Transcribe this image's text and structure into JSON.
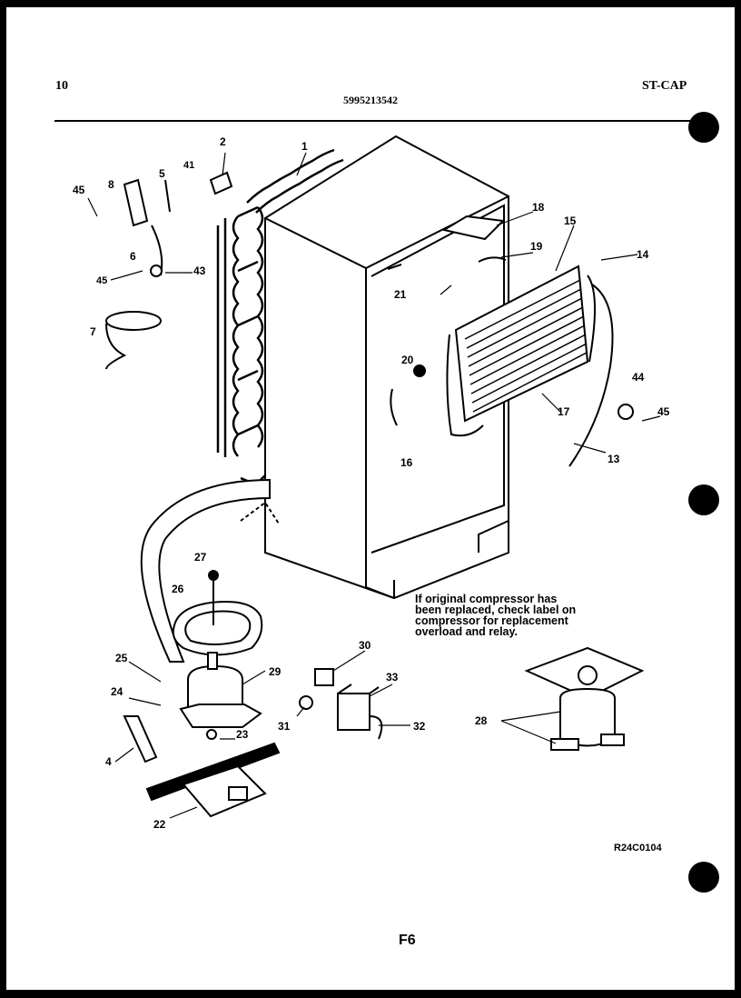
{
  "header": {
    "page_number": "10",
    "part_number": "5995213542",
    "model_code": "ST-CAP"
  },
  "note": {
    "lines": [
      "If original compressor has",
      "been replaced, check label on",
      "compressor for replacement",
      "overload and relay."
    ]
  },
  "callouts": [
    "1",
    "2",
    "41",
    "5",
    "8",
    "45",
    "6",
    "45",
    "43",
    "7",
    "18",
    "15",
    "14",
    "19",
    "21",
    "20",
    "16",
    "17",
    "44",
    "45",
    "13",
    "27",
    "26",
    "25",
    "24",
    "29",
    "30",
    "33",
    "31",
    "32",
    "23",
    "4",
    "22",
    "28"
  ],
  "figure_code": "R24C0104",
  "footer": {
    "page_label": "F6"
  }
}
